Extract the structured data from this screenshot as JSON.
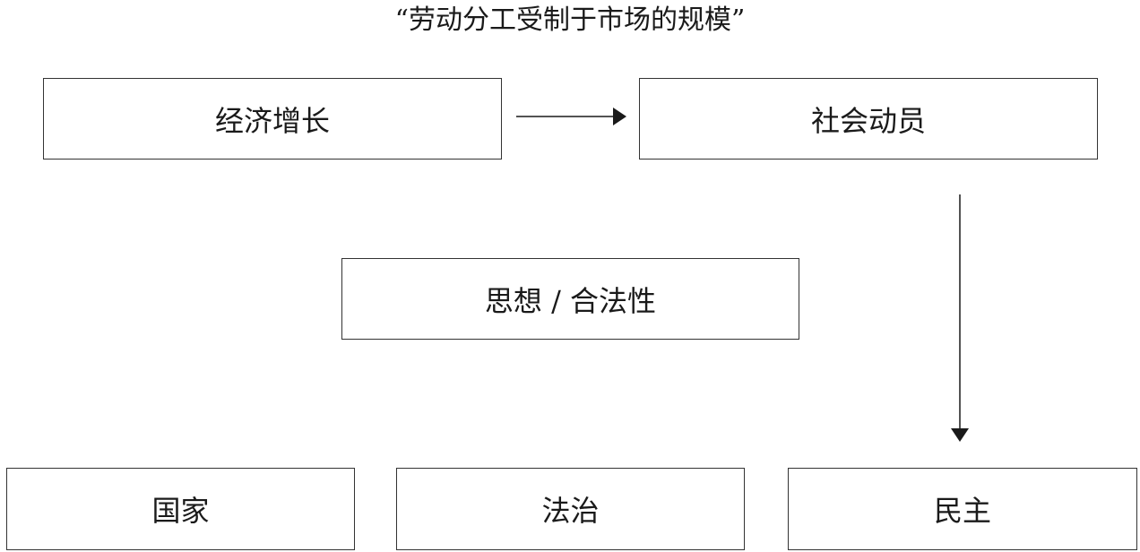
{
  "title": "“劳动分工受制于市场的规模”",
  "nodes": {
    "economic_growth": "经济增长",
    "social_mobilization": "社会动员",
    "ideas_legitimacy": "思想 / 合法性",
    "state": "国家",
    "rule_of_law": "法治",
    "democracy": "民主"
  },
  "edges": [
    {
      "from": "economic_growth",
      "to": "social_mobilization"
    },
    {
      "from": "social_mobilization",
      "to": "democracy"
    }
  ],
  "colors": {
    "line": "#1a1a1a",
    "border": "#333333"
  }
}
